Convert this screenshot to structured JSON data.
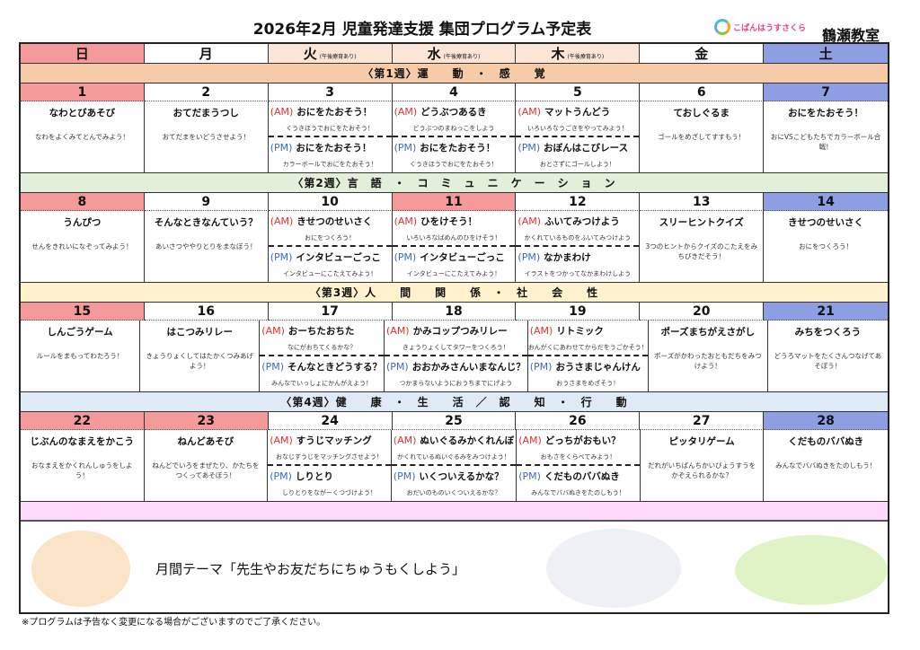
{
  "title": "2026年2月  児童発達支援 集団プログラム予定表",
  "logo_text": "こぱんはうすさくら",
  "school": "鶴瀬教室",
  "weekdays": [
    {
      "label": "日",
      "note": "",
      "type": "sun"
    },
    {
      "label": "月",
      "note": "",
      "type": ""
    },
    {
      "label": "火",
      "note": "(午後療育あり)",
      "type": "mid"
    },
    {
      "label": "水",
      "note": "(午後療育あり)",
      "type": "mid"
    },
    {
      "label": "木",
      "note": "(午後療育あり)",
      "type": "mid"
    },
    {
      "label": "金",
      "note": "",
      "type": ""
    },
    {
      "label": "土",
      "note": "",
      "type": "sat"
    }
  ],
  "colors": {
    "week1": "#f8cba8",
    "week2": "#e2efd9",
    "week3": "#fff2cc",
    "week4": "#deebf7"
  },
  "weeks": [
    {
      "band": "〈第1週〉運　　動　・　感　　覚",
      "days": [
        {
          "date": "1",
          "type": "sun",
          "title": "なわとびあそび",
          "desc": "なわをよくみてとんでみよう！"
        },
        {
          "date": "2",
          "type": "",
          "title": "おてだまうつし",
          "desc": "おてだまをいどうさせよう！"
        },
        {
          "date": "3",
          "type": "",
          "am": {
            "tag": "(AM)",
            "title": "おにをたおそう！",
            "desc": "くうきほうでおにをたおそう！"
          },
          "pm": {
            "tag": "(PM)",
            "title": "おにをたおそう！",
            "desc": "カラーボールでおにをたおそう！"
          }
        },
        {
          "date": "4",
          "type": "",
          "am": {
            "tag": "(AM)",
            "title": "どうぶつあるき",
            "desc": "どうぶつのまねっこをしよう"
          },
          "pm": {
            "tag": "(PM)",
            "title": "おにをたおそう！",
            "desc": "くうきほうでおにをたおそう！"
          }
        },
        {
          "date": "5",
          "type": "",
          "am": {
            "tag": "(AM)",
            "title": "マットうんどう",
            "desc": "いろいろなうごきをやってみよう！"
          },
          "pm": {
            "tag": "(PM)",
            "title": "おぼんはこびレース",
            "desc": "おとさずにゴールしよう！"
          }
        },
        {
          "date": "6",
          "type": "",
          "title": "ておしぐるま",
          "desc": "ゴールをめざしてすすもう！"
        },
        {
          "date": "7",
          "type": "sat",
          "title": "おにをたおそう！",
          "desc": "おにVSこどもたちでカラーボール合戦！"
        }
      ]
    },
    {
      "band": "〈第2週〉言　語　・　コ　ミ　ュ　ニ　ケ　ー　シ　ョ　ン",
      "days": [
        {
          "date": "8",
          "type": "sun",
          "title": "うんぴつ",
          "desc": "せんをきれいになぞってみよう！"
        },
        {
          "date": "9",
          "type": "",
          "title": "そんなときなんていう？",
          "desc": "あいさつややりとりをまなぼう！"
        },
        {
          "date": "10",
          "type": "",
          "am": {
            "tag": "(AM)",
            "title": "きせつのせいさく",
            "desc": "おにをつくろう！"
          },
          "pm": {
            "tag": "(PM)",
            "title": "インタビューごっこ",
            "desc": "インタビューにこたえてみよう！"
          }
        },
        {
          "date": "11",
          "type": "sun",
          "am": {
            "tag": "(AM)",
            "title": "ひをけそう！",
            "desc": "いろいろなばめんのひをけそう！"
          },
          "pm": {
            "tag": "(PM)",
            "title": "インタビューごっこ",
            "desc": "インタビューにこたえてみよう！"
          }
        },
        {
          "date": "12",
          "type": "",
          "am": {
            "tag": "(AM)",
            "title": "ふいてみつけよう",
            "desc": "かくれているものをふいてみつけよう"
          },
          "pm": {
            "tag": "(PM)",
            "title": "なかまわけ",
            "desc": "イラストをつかってなかまわけしよう"
          }
        },
        {
          "date": "13",
          "type": "",
          "title": "スリーヒントクイズ",
          "desc": "3つのヒントからクイズのこたえをみちびきだそう！"
        },
        {
          "date": "14",
          "type": "sat",
          "title": "きせつのせいさく",
          "desc": "おにをつくろう！"
        }
      ]
    },
    {
      "band": "〈第3週〉人　　間　　関　　係　・　社　　会　　性",
      "days": [
        {
          "date": "15",
          "type": "sun",
          "title": "しんごうゲーム",
          "desc": "ルールをまもってわたろう！"
        },
        {
          "date": "16",
          "type": "",
          "title": "はこつみリレー",
          "desc": "きょうりょくしてはたかくつみあげよう！"
        },
        {
          "date": "17",
          "type": "",
          "am": {
            "tag": "(AM)",
            "title": "おーちたおちた",
            "desc": "なにがおちてくるかな？"
          },
          "pm": {
            "tag": "(PM)",
            "title": "そんなときどうする？",
            "desc": "みんなでいっしょにかんがえよう！"
          }
        },
        {
          "date": "18",
          "type": "",
          "am": {
            "tag": "(AM)",
            "title": "かみコップつみリレー",
            "desc": "きょうりょくしてタワーをつくろう！"
          },
          "pm": {
            "tag": "(PM)",
            "title": "おおかみさんいまなんじ？",
            "desc": "つかまらないようにおうちまでにげよう"
          }
        },
        {
          "date": "19",
          "type": "",
          "am": {
            "tag": "(AM)",
            "title": "リトミック",
            "desc": "おんがくにあわせてからだをうごかそう！"
          },
          "pm": {
            "tag": "(PM)",
            "title": "おうさまじゃんけん",
            "desc": "おうさまをめざそう！"
          }
        },
        {
          "date": "20",
          "type": "",
          "title": "ポーズまちがえさがし",
          "desc": "ポーズがかわったおともだちをみつけよう！"
        },
        {
          "date": "21",
          "type": "sat",
          "title": "みちをつくろう",
          "desc": "どうろマットをたくさんつなげてあそぼう！"
        }
      ]
    },
    {
      "band": "〈第4週〉健　　康　・　生　　活　／　認　　知　・　行　　動",
      "days": [
        {
          "date": "22",
          "type": "sun",
          "title": "じぶんのなまえをかこう",
          "desc": "おなまえをかくれんしゅうをしよう！"
        },
        {
          "date": "23",
          "type": "sun",
          "title": "ねんどあそび",
          "desc": "ねんどでいろをまぜたり、かたちをつくってあそぼう！"
        },
        {
          "date": "24",
          "type": "",
          "am": {
            "tag": "(AM)",
            "title": "すうじマッチング",
            "desc": "おなじすうじをマッチングさせよう！"
          },
          "pm": {
            "tag": "(PM)",
            "title": "しりとり",
            "desc": "しりとりをながーくつづけよう！"
          }
        },
        {
          "date": "25",
          "type": "",
          "am": {
            "tag": "(AM)",
            "title": "ぬいぐるみかくれんぼ",
            "desc": "かくれているぬいぐるみをみつけよう！"
          },
          "pm": {
            "tag": "(PM)",
            "title": "いくついえるかな？",
            "desc": "おだいのものいくついえるかな？"
          }
        },
        {
          "date": "26",
          "type": "",
          "am": {
            "tag": "(AM)",
            "title": "どっちがおもい？",
            "desc": "おもさをくらべてみよう！"
          },
          "pm": {
            "tag": "(PM)",
            "title": "くだものババぬき",
            "desc": "みんなでババぬきをたのしもう！"
          }
        },
        {
          "date": "27",
          "type": "",
          "title": "ピッタリゲーム",
          "desc": "だれがいちばんちかいびょうすうをかぞえられるかな？"
        },
        {
          "date": "28",
          "type": "sat",
          "title": "くだものババぬき",
          "desc": "みんなでババぬきをたのしもう！"
        }
      ]
    }
  ],
  "theme": "月間テーマ「先生やお友だちにちゅうもくしよう」",
  "note": "※プログラムは予告なく変更になる場合がございますのでご了承ください。"
}
